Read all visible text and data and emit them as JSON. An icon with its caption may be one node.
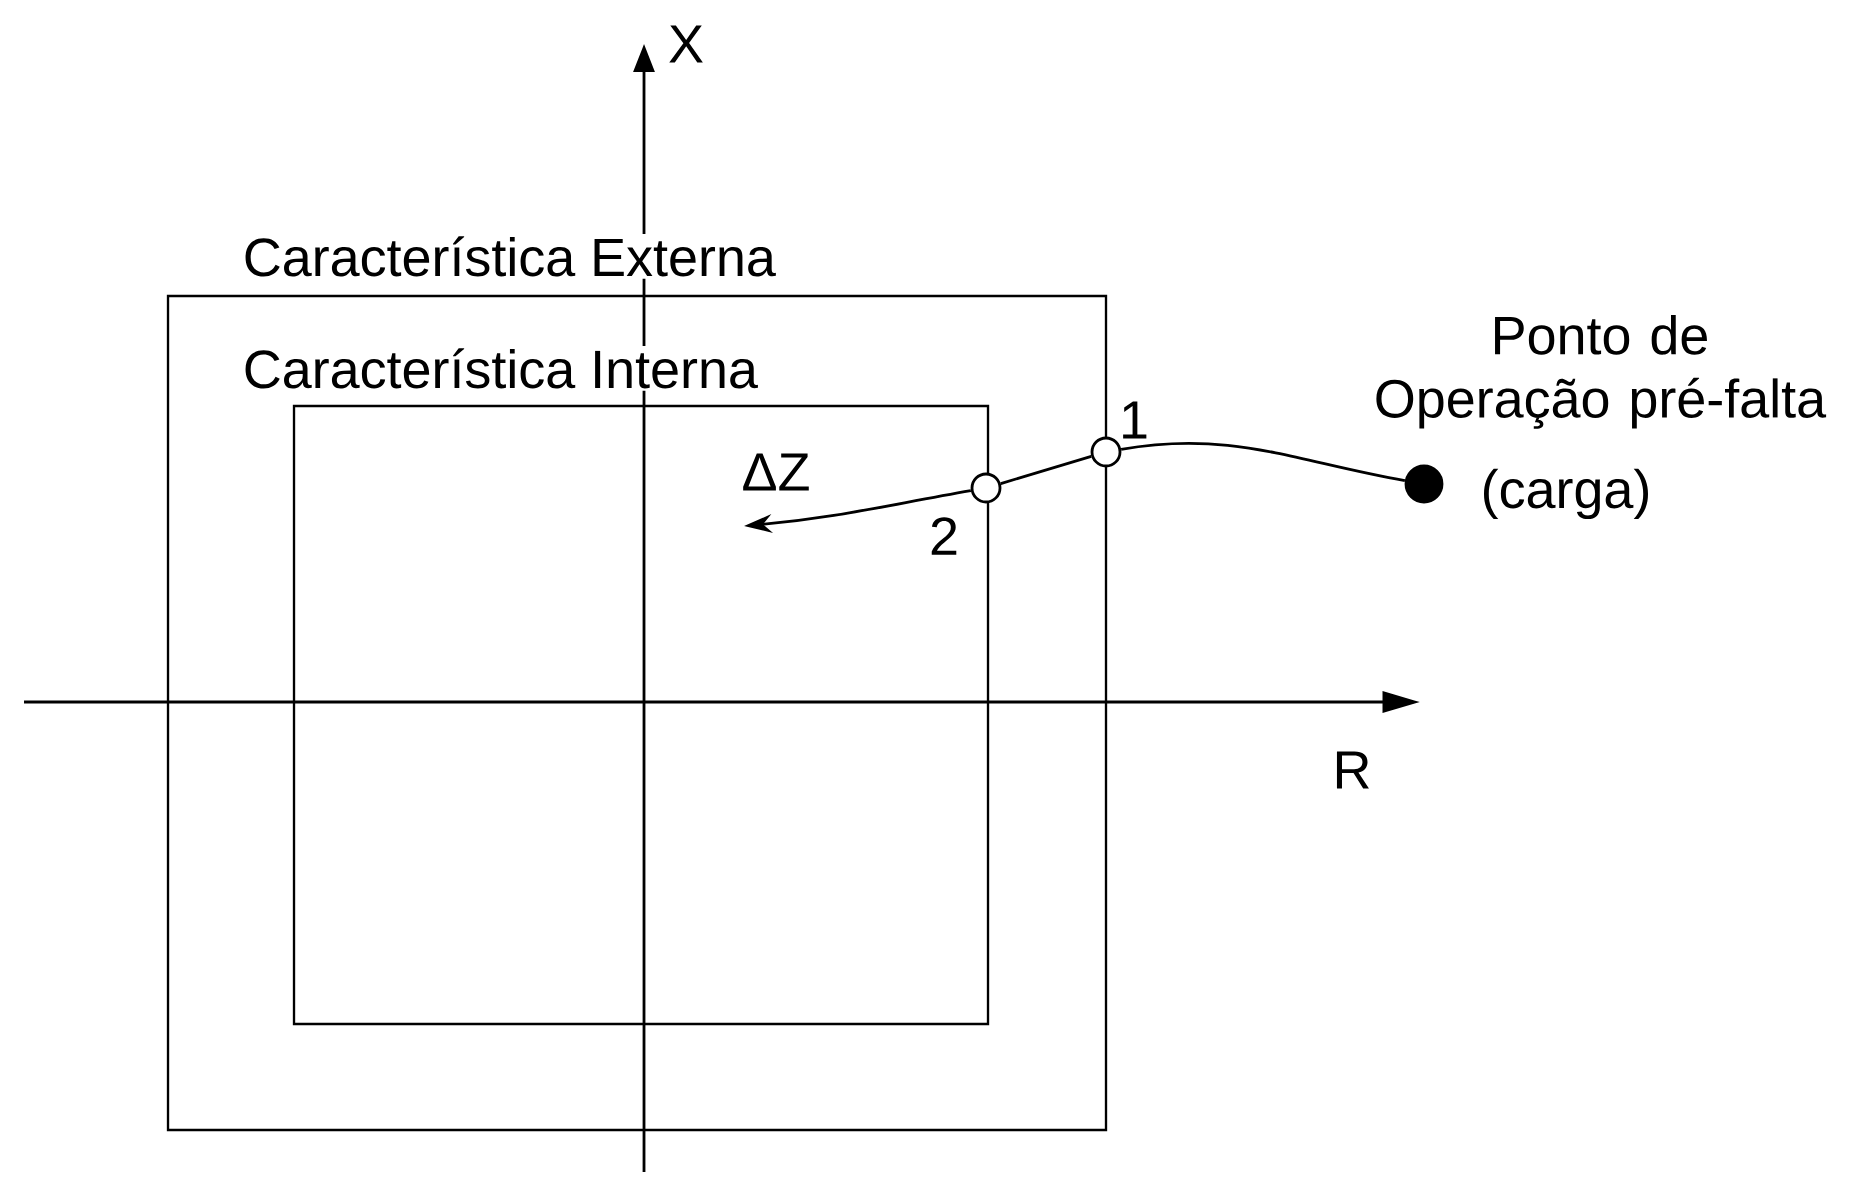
{
  "diagram": {
    "nodes": [
      {
        "text": [
          "Característica Externa"
        ]
      },
      {
        "text": [
          "Característica Interna"
        ],
        "in": 0
      },
      {
        "text": [],
        "shape": "circle",
        "beside": [
          "Ponto de Operação pré-falta",
          "(carga)"
        ]
      },
      {
        "text": [],
        "shape": "circle",
        "beside": [
          "1"
        ]
      },
      {
        "text": [],
        "shape": "circle",
        "beside": [
          "2"
        ],
        "in": 0
      }
    ],
    "edges": [
      {
        "from": 2,
        "to": 3,
        "arrow": "none"
      },
      {
        "from": 3,
        "to": 4,
        "arrow": "none"
      },
      {
        "from": 4,
        "to": 1,
        "arrow": "to",
        "label": "ΔZ"
      }
    ],
    "labels": [
      "X",
      "R"
    ]
  }
}
